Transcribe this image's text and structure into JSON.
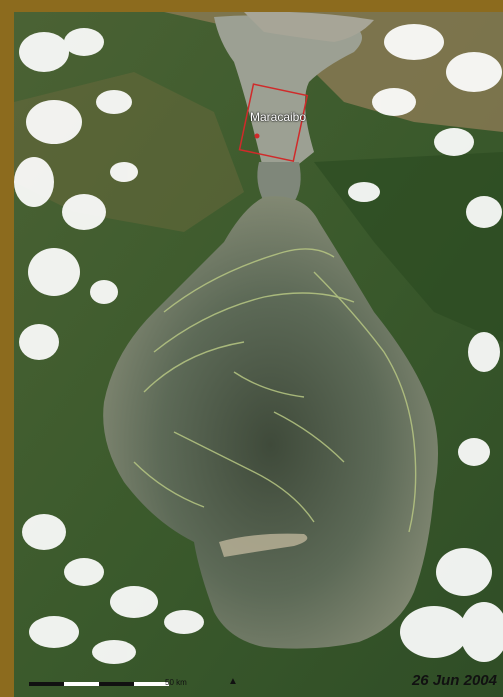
{
  "map": {
    "city_name": "Maracaibo",
    "date": "26 Jun 2004",
    "scale_label": "50 km",
    "north_symbol": "▲",
    "colors": {
      "frame": "#8c6b1e",
      "land": "#3e5a2c",
      "lake": "#7e8772",
      "cloud": "#ffffff",
      "inset_box": "#d02a2a",
      "algae": "#b7c783"
    }
  }
}
